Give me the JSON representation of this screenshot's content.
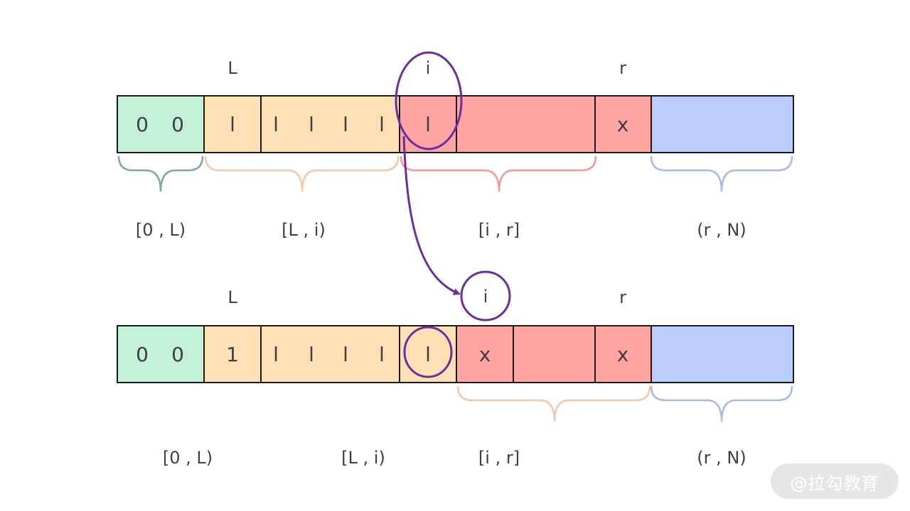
{
  "colors": {
    "green": "#c3f0d9",
    "orange": "#fde0b3",
    "red": "#ffa3a3",
    "blue": "#bacdfd",
    "purple": "#6a2ea0",
    "brace_green": "#7fa999",
    "brace_orange": "#f5c7a6",
    "brace_red": "#f29a9a",
    "brace_blue": "#a9b9e6",
    "text": "#3f3f3f"
  },
  "top": {
    "markers": {
      "L": "L",
      "i": "i",
      "r": "r"
    },
    "cells": [
      "0",
      "0",
      "l",
      "l",
      "l",
      "l",
      "l",
      "l",
      "x"
    ],
    "ranges": [
      "[0 , L)",
      "[L , i)",
      "[i , r]",
      "(r , N)"
    ]
  },
  "bottom": {
    "markers": {
      "L": "L",
      "i": "i",
      "r": "r"
    },
    "cells": [
      "0",
      "0",
      "1",
      "l",
      "l",
      "l",
      "l",
      "l",
      "x",
      "x"
    ],
    "ranges": [
      "[0 , L)",
      "[L , i)",
      "[i , r]",
      "(r , N)"
    ]
  },
  "watermark": "@拉勾教育"
}
